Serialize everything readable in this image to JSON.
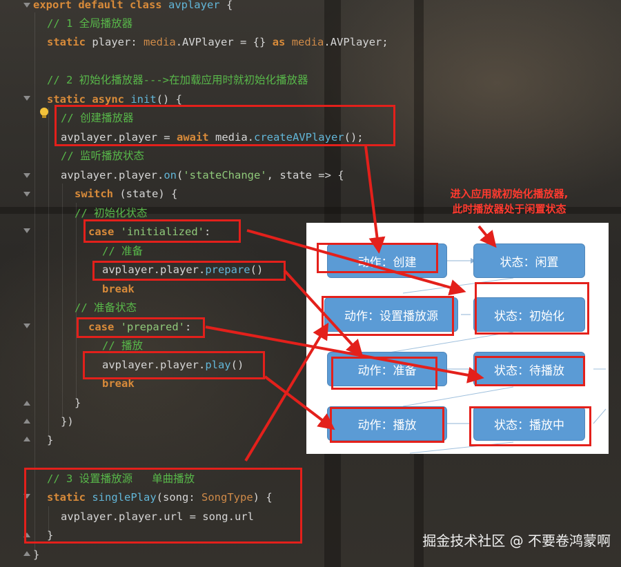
{
  "code": {
    "l1": {
      "kw": "export default class",
      "name": "avplayer",
      "brace": "{"
    },
    "l2": {
      "comment": "// 1 全局播放器"
    },
    "l3": {
      "kw": "static",
      "a": "player:",
      "media1": "media",
      "b": ".AVPlayer = {}",
      "as": "as",
      "media2": "media",
      "c": ".AVPlayer;"
    },
    "l5": {
      "comment": "// 2 初始化播放器--->在加载应用时就初始化播放器"
    },
    "l6": {
      "kw": "static async",
      "fn": "init",
      "rest": "() {"
    },
    "l7": {
      "comment": "// 创建播放器"
    },
    "l8": {
      "a": "avplayer.player = ",
      "await": "await",
      "b": " media.",
      "fn": "createAVPlayer",
      "c": "();"
    },
    "l9": {
      "comment": "// 监听播放状态"
    },
    "l10": {
      "a": "avplayer.player.",
      "fn": "on",
      "b": "(",
      "str": "'stateChange'",
      "c": ", state => {"
    },
    "l11": {
      "kw": "switch",
      "rest": " (state) {"
    },
    "l12": {
      "comment": "// 初始化状态"
    },
    "l13": {
      "kw": "case",
      "str": "'initialized'",
      "rest": ":"
    },
    "l14": {
      "comment": "// 准备"
    },
    "l15": {
      "a": "avplayer.player.",
      "fn": "prepare",
      "b": "()"
    },
    "l16": {
      "kw": "break"
    },
    "l17": {
      "comment": "// 准备状态"
    },
    "l18": {
      "kw": "case",
      "str": "'prepared'",
      "rest": ":"
    },
    "l19": {
      "comment": "// 播放"
    },
    "l20": {
      "a": "avplayer.player.",
      "fn": "play",
      "b": "()"
    },
    "l21": {
      "kw": "break"
    },
    "l22": {
      "text": "}"
    },
    "l23": {
      "text": "})"
    },
    "l24": {
      "text": "}"
    },
    "l26": {
      "comment": "// 3 设置播放源   单曲播放"
    },
    "l27": {
      "kw": "static",
      "fn": "singlePlay",
      "a": "(song: ",
      "ty": "SongType",
      "b": ") {"
    },
    "l28": {
      "text": "avplayer.player.url = song.url"
    },
    "l29": {
      "text": "}"
    },
    "l30": {
      "text": "}"
    }
  },
  "diagram": {
    "action_create": "动作：创建",
    "state_idle": "状态：闲置",
    "action_set_source": "动作：设置播放源",
    "state_initialized": "状态：初始化",
    "action_prepare": "动作：准备",
    "state_prepared": "状态：待播放",
    "action_play": "动作：播放",
    "state_playing": "状态：播放中"
  },
  "callout": {
    "line1": "进入应用就初始化播放器,",
    "line2": "此时播放器处于闲置状态"
  },
  "watermark": "掘金技术社区 @ 不要卷鸿蒙啊",
  "colors": {
    "keyword": "#d98b3a",
    "comment": "#58b84a",
    "string": "#8fc97a",
    "function": "#62b6d8",
    "annotation_red": "#e3201b",
    "node_blue": "#5b9bd5"
  }
}
